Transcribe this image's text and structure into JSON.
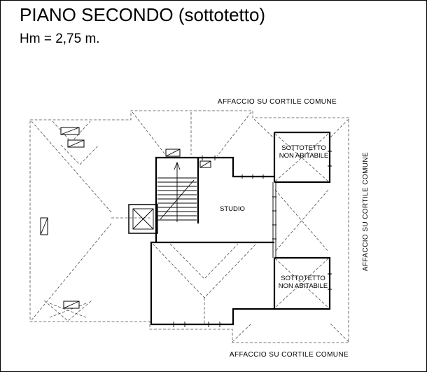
{
  "header": {
    "title": "PIANO SECONDO (sottotetto)",
    "subtitle": "Hm = 2,75 m."
  },
  "plan": {
    "labels": {
      "top_courtyard": "AFFACCIO SU CORTILE COMUNE",
      "bottom_courtyard": "AFFACCIO SU CORTILE COMUNE",
      "right_courtyard": "AFFACCIO SU CORTILE COMUNE",
      "studio": "STUDIO",
      "attic_upper_line1": "SOTTOTETTO",
      "attic_upper_line2": "NON ABITABILE",
      "attic_lower_line1": "SOTTOTETTO",
      "attic_lower_line2": "NON ABITABILE"
    }
  },
  "colors": {
    "wall": "#000000",
    "roof_dashed": "#4d4d4d",
    "background": "#ffffff"
  }
}
